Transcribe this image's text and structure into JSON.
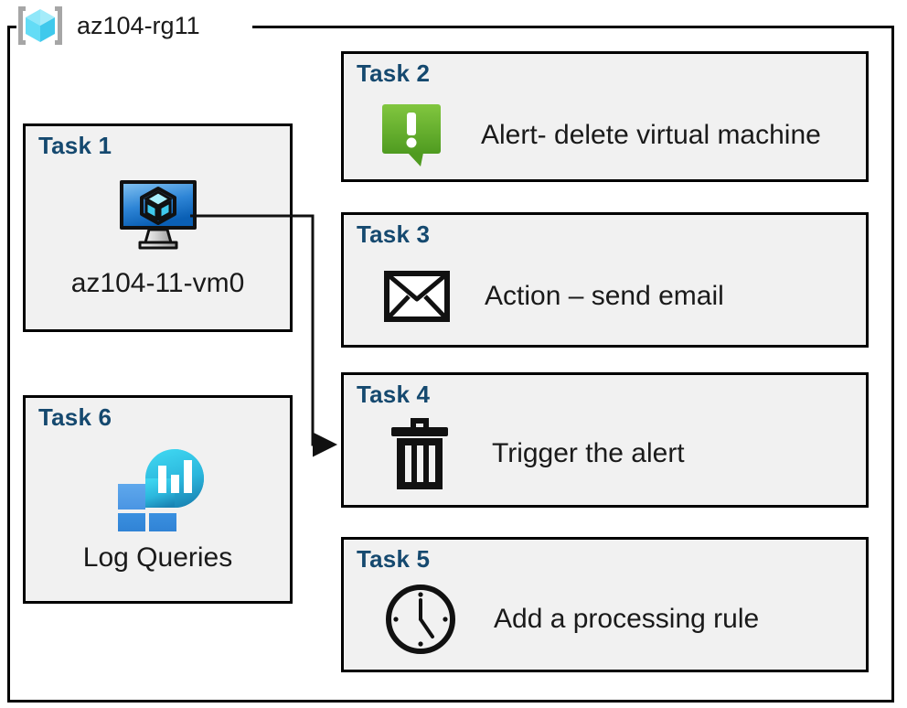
{
  "resource_group": {
    "name": "az104-rg11",
    "icon": "resource-group-cube-icon"
  },
  "cards": {
    "task1": {
      "title": "Task 1",
      "caption": "az104-11-vm0",
      "icon": "virtual-machine-icon"
    },
    "task2": {
      "title": "Task 2",
      "label": "Alert- delete virtual machine",
      "icon": "alert-speech-bubble-icon"
    },
    "task3": {
      "title": "Task 3",
      "label": "Action – send email",
      "icon": "envelope-icon"
    },
    "task4": {
      "title": "Task 4",
      "label": "Trigger the alert",
      "icon": "trash-can-icon"
    },
    "task5": {
      "title": "Task 5",
      "label": "Add a processing rule",
      "icon": "clock-icon"
    },
    "task6": {
      "title": "Task 6",
      "caption": "Log Queries",
      "icon": "log-queries-icon"
    }
  },
  "connector": {
    "name": "vm-to-task4-arrow",
    "from": "task1-virtual-machine-icon",
    "to": "task4-card"
  },
  "colors": {
    "task_heading": "#15496F",
    "card_fill": "#F1F1F1",
    "card_border": "#000000",
    "alert_green_light": "#7DC242",
    "alert_green_dark": "#4E9A21",
    "vm_blue_light": "#6CAEE8",
    "vm_blue_dark": "#0B63B5",
    "rg_cube_cyan": "#7EE3F5",
    "rg_bracket_gray": "#A6A6A6",
    "log_tile_blue": "#3E8EDE",
    "log_circle_cyan": "#35C6E8",
    "log_circle_teal": "#1A89B8"
  }
}
